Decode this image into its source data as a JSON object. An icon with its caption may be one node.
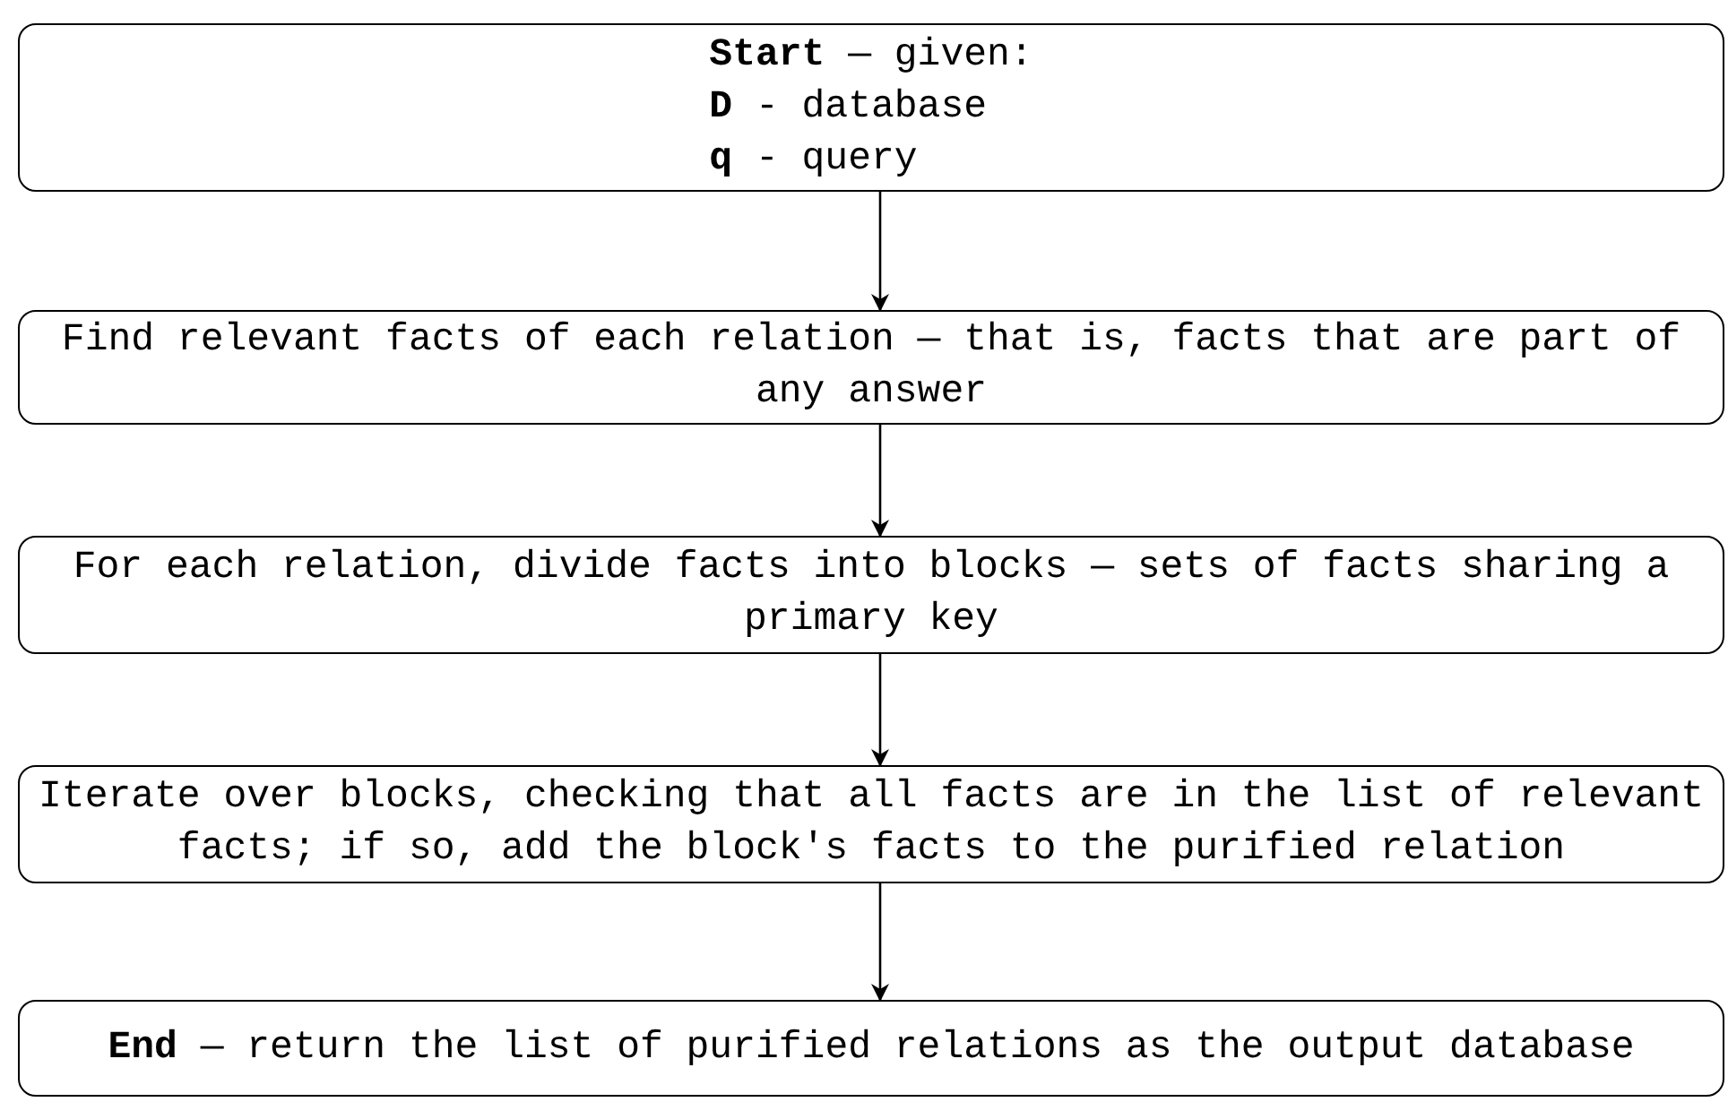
{
  "diagram": {
    "nodes": [
      {
        "text": [
          "**Start** — given:",
          "**D** - database",
          "**q** - query"
        ]
      },
      {
        "text": [
          "Find relevant facts of each relation — that is, facts that are part of any answer"
        ]
      },
      {
        "text": [
          "For each relation, divide facts into blocks — sets of facts sharing a primary key"
        ]
      },
      {
        "text": [
          "Iterate over blocks, checking that all facts are in the list of relevant facts; if so, add the block's facts to the purified relation"
        ]
      },
      {
        "text": [
          "**End** — return the list of purified relations as the output database"
        ]
      }
    ],
    "edges": [
      {
        "from": 0,
        "to": 1,
        "arrow": "to"
      },
      {
        "from": 1,
        "to": 2,
        "arrow": "to"
      },
      {
        "from": 2,
        "to": 3,
        "arrow": "to"
      },
      {
        "from": 3,
        "to": 4,
        "arrow": "to"
      }
    ]
  }
}
